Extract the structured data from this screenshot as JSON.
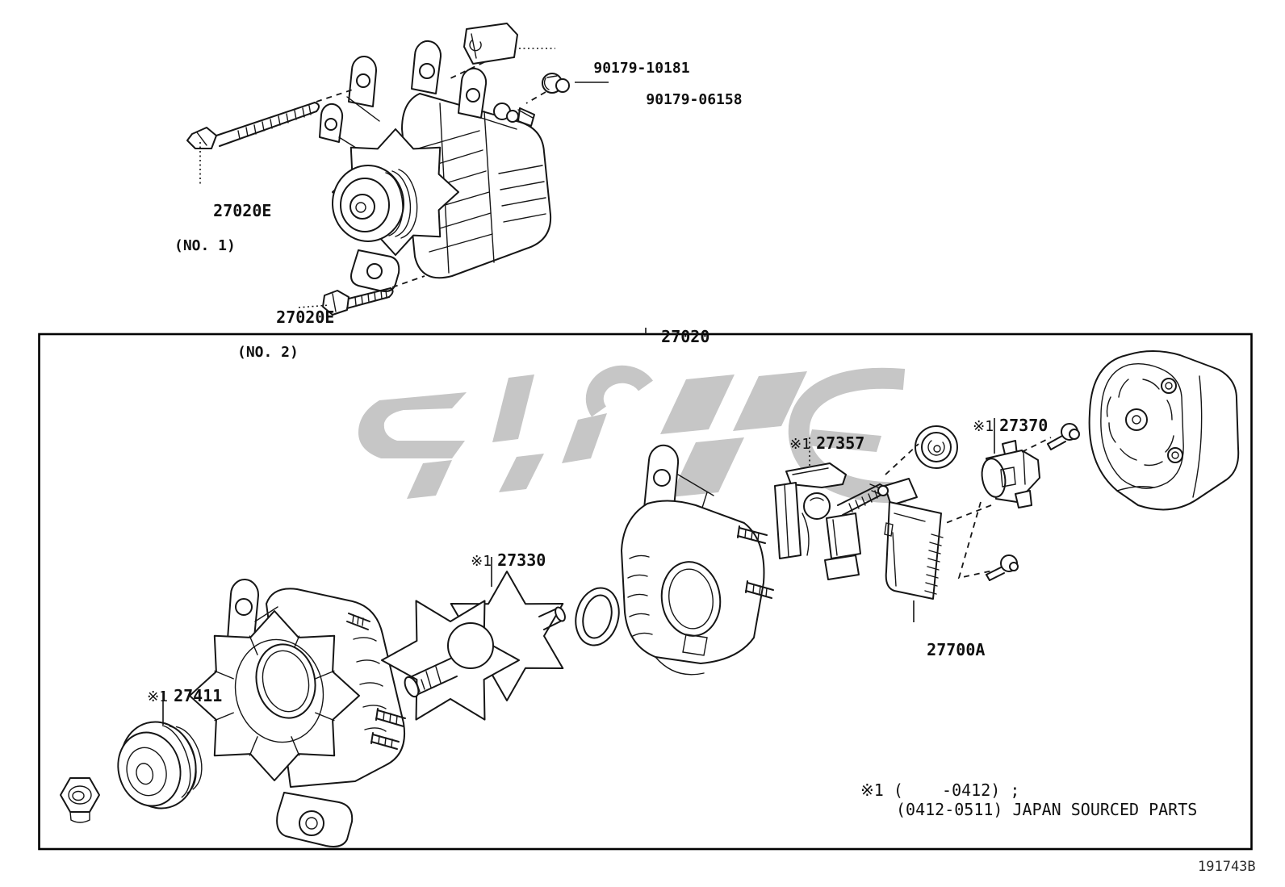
{
  "page": {
    "doc_number": "191743B"
  },
  "colors": {
    "line-color": "#161616",
    "watermark-color": "#c6c6c6",
    "label-color": "#101010"
  },
  "labels": {
    "bracket_plate": {
      "code": "90179-10181"
    },
    "pivot_bolt": {
      "code": "90179-06158"
    },
    "mount_bolt_1": {
      "code": "27020E",
      "sub": "(NO. 1)"
    },
    "mount_bolt_2": {
      "code": "27020E",
      "sub": "(NO. 2)"
    },
    "alternator_assembly": {
      "code": "27020"
    },
    "rotor": {
      "prefix": "※1",
      "code": "27330"
    },
    "pulley": {
      "prefix": "※1",
      "code": "27411"
    },
    "brush_holder": {
      "prefix": "※1",
      "code": "27357"
    },
    "brush_cover": {
      "prefix": "※1",
      "code": "27370"
    },
    "regulator": {
      "code": "27700A"
    }
  },
  "footnote": {
    "line1": "※1 (    -0412) ;",
    "line2": "(0412-0511) JAPAN SOURCED PARTS"
  }
}
